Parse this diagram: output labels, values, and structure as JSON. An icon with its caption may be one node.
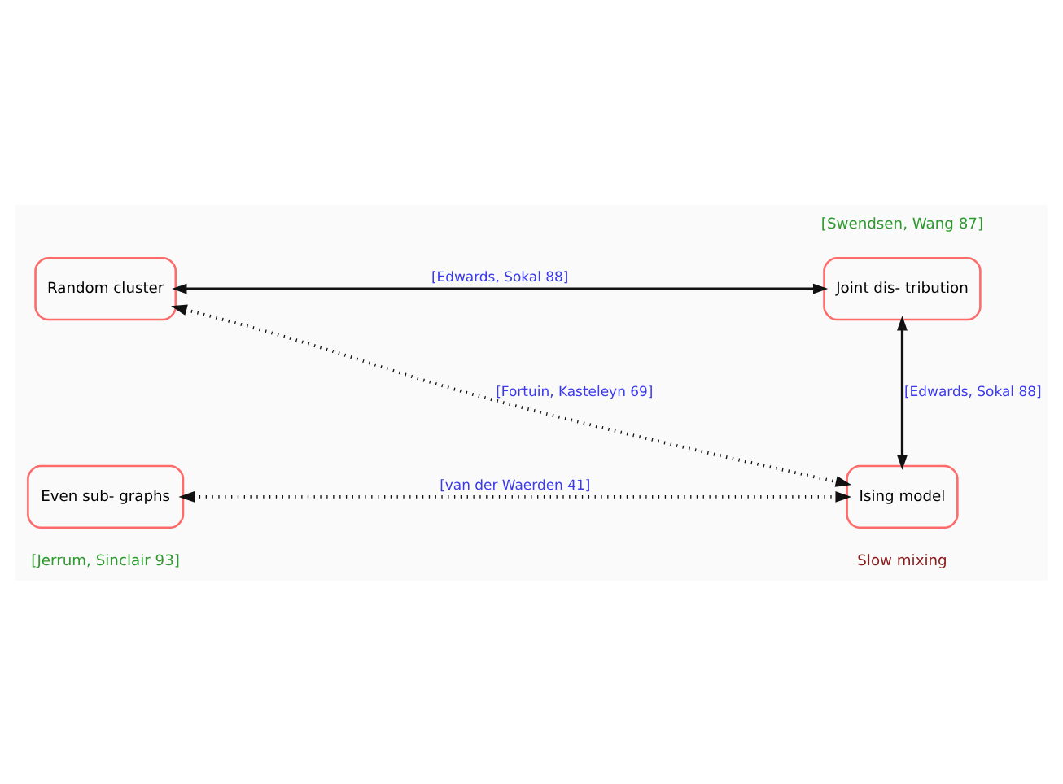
{
  "diagram": {
    "nodes": [
      {
        "text": [
          "Random cluster"
        ]
      },
      {
        "text": [
          "Joint dis- tribution"
        ],
        "beside": [
          "[Swendsen, Wang 87]"
        ]
      },
      {
        "text": [
          "Even sub- graphs"
        ],
        "beside": [
          "[Jerrum, Sinclair 93]"
        ]
      },
      {
        "text": [
          "Ising model"
        ],
        "beside": [
          "Slow mixing"
        ]
      }
    ],
    "edges": [
      {
        "from": 0,
        "to": 1,
        "arrow": "both",
        "label": "[Edwards, Sokal 88]"
      },
      {
        "from": 1,
        "to": 3,
        "arrow": "both",
        "label": "[Edwards, Sokal 88]"
      },
      {
        "from": 0,
        "to": 3,
        "arrow": "both",
        "style": "dashed",
        "label": "[Fortuin, Kasteleyn 69]"
      },
      {
        "from": 2,
        "to": 3,
        "arrow": "both",
        "style": "dashed",
        "label": "[van der Waerden 41]"
      }
    ]
  }
}
